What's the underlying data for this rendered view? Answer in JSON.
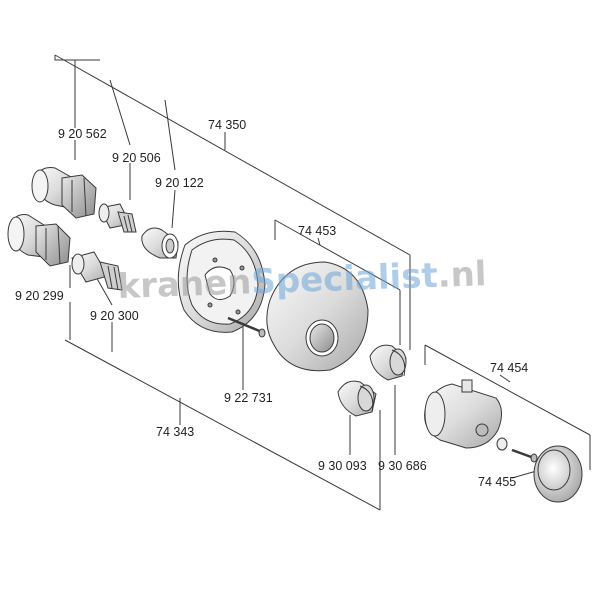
{
  "labels": {
    "l_920562": "9 20 562",
    "l_920506": "9 20 506",
    "l_920122": "9 20 122",
    "l_74350": "74 350",
    "l_920299": "9 20 299",
    "l_920300": "9 20 300",
    "l_74453": "74 453",
    "l_922731": "9 22 731",
    "l_74343": "74 343",
    "l_930093": "9 30 093",
    "l_930686": "9 30 686",
    "l_74454": "74 454",
    "l_74455": "74 455"
  },
  "watermark": {
    "part1": "kranen",
    "part2": "Specialist",
    "part3": ".nl"
  },
  "colors": {
    "watermark_gray": "#9a9a9a",
    "watermark_blue": "#6ea6d8"
  }
}
